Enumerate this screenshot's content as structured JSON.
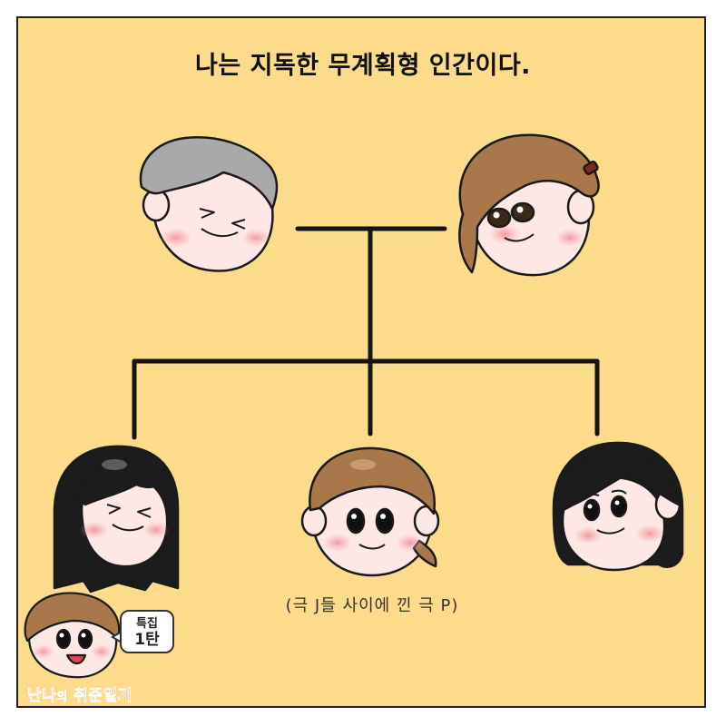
{
  "title": "나는 지독한 무계획형 인간이다.",
  "caption": "(극 J들 사이에 낀 극 P)",
  "badge": {
    "line1": "특집",
    "line2": "1탄"
  },
  "series": {
    "part1": "난나",
    "part2": "의",
    "part3": "취준",
    "part4": "일기"
  },
  "family": {
    "parents": [
      {
        "role": "father",
        "icon": "father-face-icon"
      },
      {
        "role": "mother",
        "icon": "mother-face-icon"
      }
    ],
    "children": [
      {
        "role": "left-child",
        "icon": "left-child-face-icon"
      },
      {
        "role": "center-child",
        "icon": "center-child-face-icon"
      },
      {
        "role": "right-child",
        "icon": "right-child-face-icon"
      }
    ]
  },
  "colors": {
    "background": "#fcdb8a",
    "skin": "#fde8e6",
    "blush": "#f7a7ad",
    "gray_hair": "#a9a9a9",
    "brown_hair": "#a9784a",
    "black_hair": "#1c1c1c",
    "outline": "#1a1a1a"
  }
}
